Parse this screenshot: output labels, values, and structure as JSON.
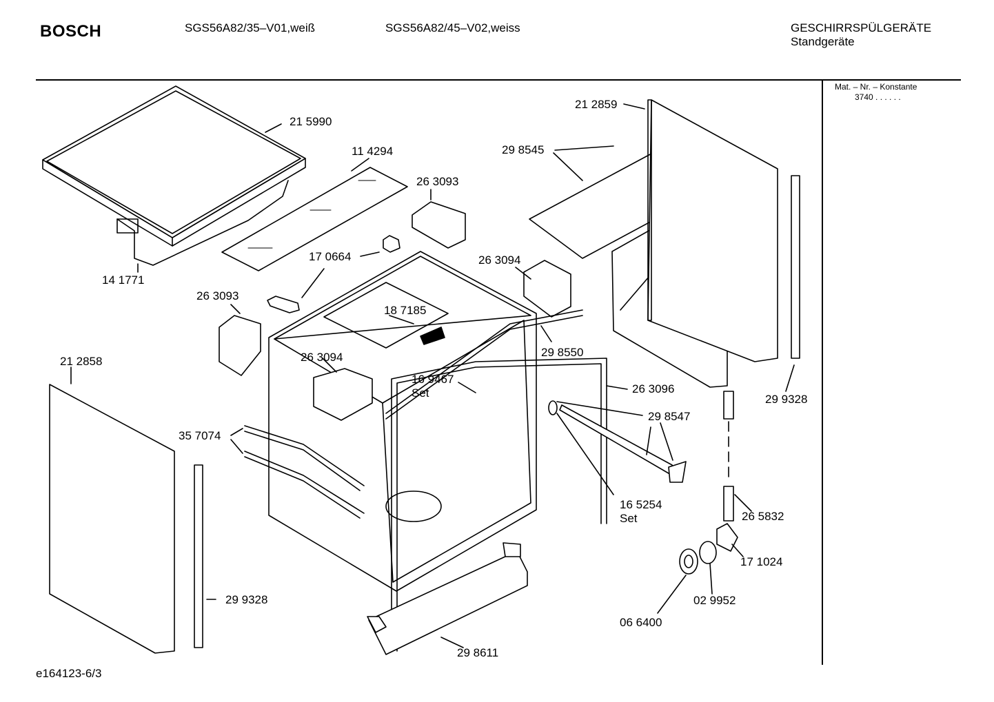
{
  "header": {
    "brand": "BOSCH",
    "model_1": "SGS56A82/35–V01,weiß",
    "model_2": "SGS56A82/45–V02,weiss",
    "category": "GESCHIRRSPÜLGERÄTE",
    "subcategory": "Standgeräte"
  },
  "sidebar": {
    "mat_label": "Mat. – Nr. – Konstante",
    "mat_value": "3740 . .   . . . ."
  },
  "parts": [
    {
      "id": "p215990",
      "number": "21 5990"
    },
    {
      "id": "p114294",
      "number": "11 4294"
    },
    {
      "id": "p263093a",
      "number": "26 3093"
    },
    {
      "id": "p170664",
      "number": "17 0664"
    },
    {
      "id": "p141771",
      "number": "14 1771"
    },
    {
      "id": "p263093b",
      "number": "26 3093"
    },
    {
      "id": "p263094a",
      "number": "26 3094"
    },
    {
      "id": "p187185",
      "number": "18 7185"
    },
    {
      "id": "p263094b",
      "number": "26 3094"
    },
    {
      "id": "p212858",
      "number": "21 2858"
    },
    {
      "id": "p169467",
      "number": "16 9467"
    },
    {
      "id": "p169467set",
      "number": "Set"
    },
    {
      "id": "p357074",
      "number": "35 7074"
    },
    {
      "id": "p212859",
      "number": "21 2859"
    },
    {
      "id": "p298545",
      "number": "29 8545"
    },
    {
      "id": "p298550",
      "number": "29 8550"
    },
    {
      "id": "p263096",
      "number": "26 3096"
    },
    {
      "id": "p298547",
      "number": "29 8547"
    },
    {
      "id": "p299328a",
      "number": "29 9328"
    },
    {
      "id": "p165254",
      "number": "16 5254"
    },
    {
      "id": "p165254set",
      "number": "Set"
    },
    {
      "id": "p265832",
      "number": "26 5832"
    },
    {
      "id": "p171024",
      "number": "17 1024"
    },
    {
      "id": "p029952",
      "number": "02 9952"
    },
    {
      "id": "p066400",
      "number": "06 6400"
    },
    {
      "id": "p299328b",
      "number": "29 9328"
    },
    {
      "id": "p298611",
      "number": "29 8611"
    }
  ],
  "footer": {
    "code": "e164123-6/3"
  }
}
